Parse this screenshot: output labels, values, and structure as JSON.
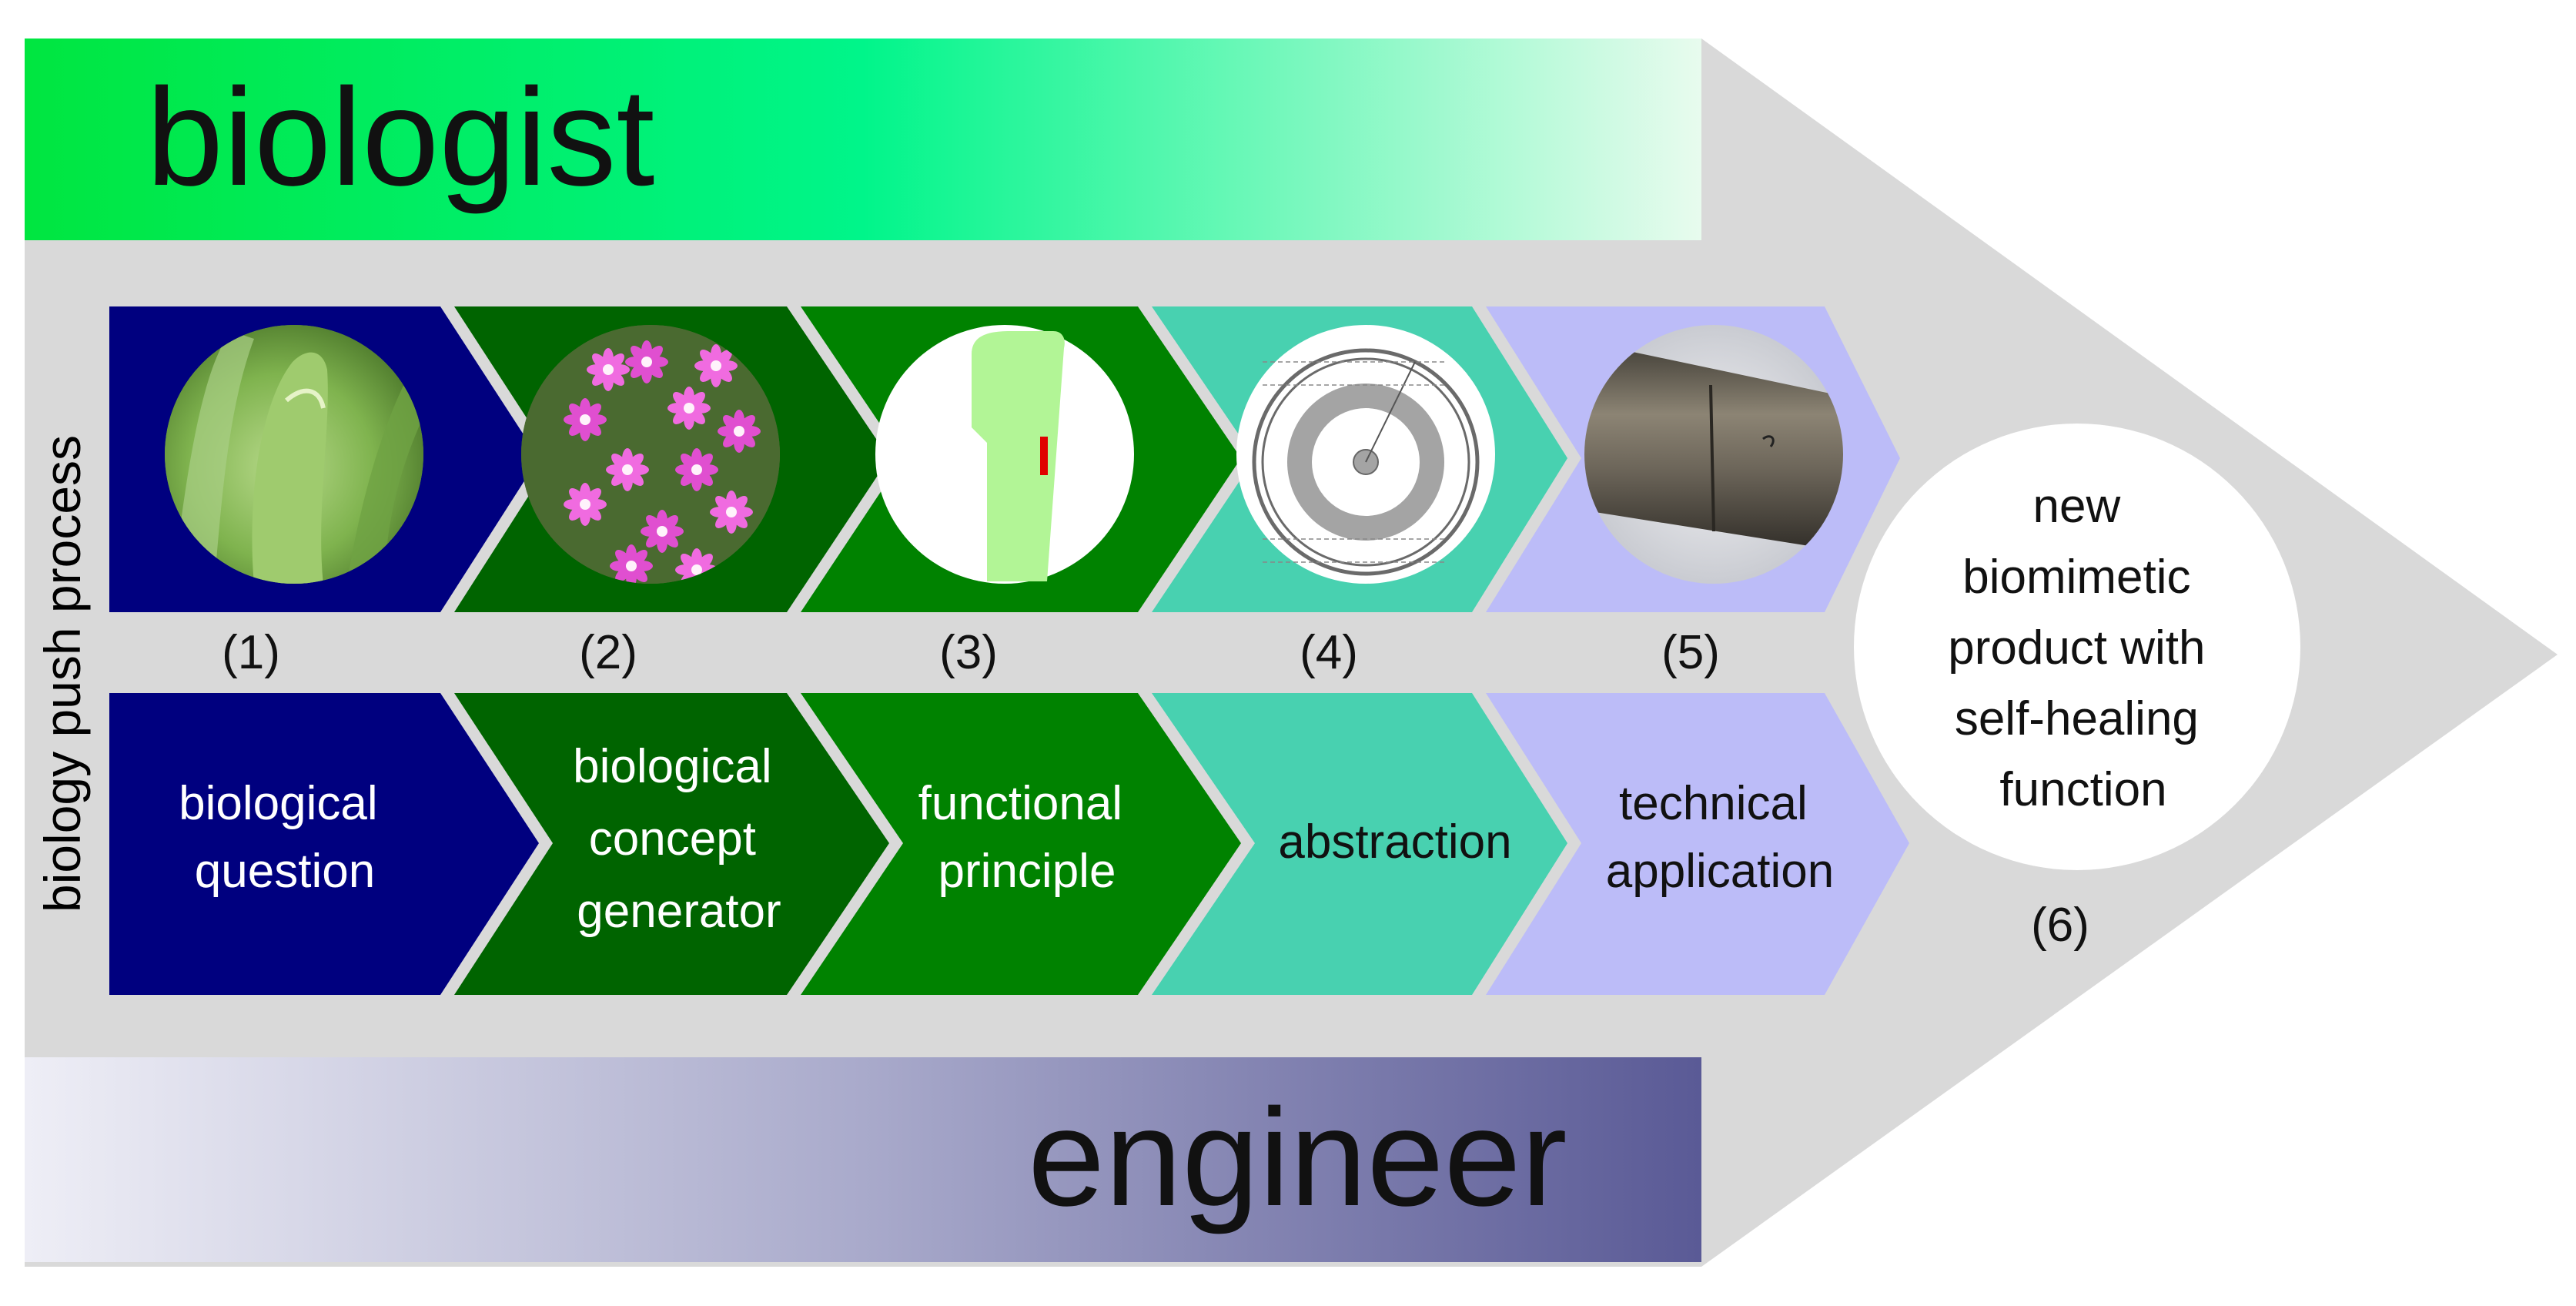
{
  "side_label": "biology push process",
  "roles": {
    "top": "biologist",
    "bottom": "engineer"
  },
  "colors": {
    "big_arrow": "#d9d9d9",
    "biologist_gradient": [
      "#00e640",
      "#00f58a",
      "#e8fbee"
    ],
    "engineer_gradient": [
      "#eeeef6",
      "#a9aacb",
      "#5a5a96"
    ],
    "step_1": "#00007f",
    "step_2": "#006400",
    "step_3": "#008200",
    "step_4": "#48d1b0",
    "step_5": "#bcbcf8",
    "highlight_red": "#e00000"
  },
  "steps": [
    {
      "number": "(1)",
      "lines": [
        "biological",
        "question"
      ],
      "text_color": "#ffffff",
      "image": "plant-leaf-photo"
    },
    {
      "number": "(2)",
      "lines": [
        "biological",
        "concept",
        "generator"
      ],
      "text_color": "#ffffff",
      "image": "flowering-plant-photo"
    },
    {
      "number": "(3)",
      "lines": [
        "functional",
        "principle"
      ],
      "text_color": "#ffffff",
      "image": "leaf-schematic"
    },
    {
      "number": "(4)",
      "lines": [
        "abstraction"
      ],
      "text_color": "#111111",
      "image": "ring-model-drawing"
    },
    {
      "number": "(5)",
      "lines": [
        "technical",
        "application"
      ],
      "text_color": "#111111",
      "image": "pipe-sample-photo"
    }
  ],
  "product": {
    "number": "(6)",
    "lines": [
      "new",
      "biomimetic",
      "product with",
      "self-healing",
      "function"
    ]
  }
}
